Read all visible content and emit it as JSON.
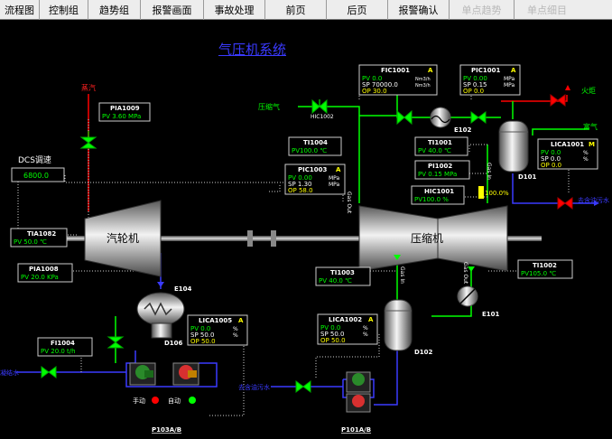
{
  "toolbar": {
    "items": [
      "流程图",
      "控制组",
      "趋势组",
      "报警画面",
      "事故处理",
      "前页",
      "后页",
      "报警确认",
      "单点趋势",
      "单点细目"
    ]
  },
  "title": "气压机系统",
  "equipment": {
    "turbine": "汽轮机",
    "compressor": "压缩机",
    "e104": "E104",
    "d106": "D106",
    "e102": "E102",
    "e101": "E101",
    "d101": "D101",
    "d102": "D102",
    "p103": "P103A/B",
    "p101": "P101A/B",
    "hic1002_tag": "HIC1002",
    "gas_out": "Gas Out",
    "gas_in": "Gas In",
    "gas_out2": "Gas Out",
    "gas_in2": "Gas In",
    "gas_out3": "Gas Out"
  },
  "streams": {
    "steam": "蒸汽",
    "comp_gas": "压缩气",
    "flare": "火炬",
    "rich_gas": "富气",
    "to_water": "去含油污水",
    "to_water2": "去含油污水",
    "aftercooler_water": "凝结水",
    "dcs": "DCS调速"
  },
  "dcs": {
    "value": "6800.0"
  },
  "pia1009": {
    "tag": "PIA1009",
    "pv": "PV  3.60 MPa"
  },
  "tia1082": {
    "tag": "TIA1082",
    "pv": "PV 50.0 ℃"
  },
  "pia1008": {
    "tag": "PIA1008",
    "pv": "PV  20.0 KPa"
  },
  "fic1001": {
    "tag": "FIC1001",
    "mode": "A",
    "pv": "PV  0.0",
    "pv_u": "Nm3/h",
    "sp": "SP  70000.0",
    "sp_u": "Nm3/h",
    "op": "OP  30.0"
  },
  "pic1001": {
    "tag": "PIC1001",
    "mode": "A",
    "pv": "PV  0.00",
    "pv_u": "MPa",
    "sp": "SP  0.15",
    "sp_u": "MPa",
    "op": "OP  0.0"
  },
  "ti1004": {
    "tag": "TI1004",
    "pv": "PV100.0 ℃"
  },
  "pic1003": {
    "tag": "PIC1003",
    "mode": "A",
    "pv": "PV  0.00",
    "pv_u": "MPa",
    "sp": "SP  1.30",
    "sp_u": "MPa",
    "op": "OP  58.0"
  },
  "ti1001": {
    "tag": "TI1001",
    "pv": "PV  40.0 ℃"
  },
  "pi1002": {
    "tag": "PI1002",
    "pv": "PV  0.15 MPa"
  },
  "hic1001": {
    "tag": "HIC1001",
    "pv": "PV100.0 %",
    "bar": "100.0%"
  },
  "lica1001": {
    "tag": "LICA1001",
    "mode": "M",
    "pv": "PV  0.0",
    "pv_u": "%",
    "sp": "SP  0.0",
    "sp_u": "%",
    "op": "OP  0.0"
  },
  "ti1003": {
    "tag": "TI1003",
    "pv": "PV  40.0 ℃"
  },
  "ti1002": {
    "tag": "TI1002",
    "pv": "PV105.0 ℃"
  },
  "lica1005": {
    "tag": "LICA1005",
    "mode": "A",
    "pv": "PV  0.0",
    "pv_u": "%",
    "sp": "SP  50.0",
    "sp_u": "%",
    "op": "OP  50.0"
  },
  "lica1002": {
    "tag": "LICA1002",
    "mode": "A",
    "pv": "PV  0.0",
    "pv_u": "%",
    "sp": "SP  50.0",
    "sp_u": "%",
    "op": "OP  50.0"
  },
  "fi1004": {
    "tag": "FI1004",
    "pv": "PV  20.0 t/h"
  },
  "pump_mode": {
    "manual": "手动",
    "auto": "自动"
  },
  "colors": {
    "pv": "#00ff00",
    "sp": "#ffffff",
    "op": "#ffff00",
    "tag": "#ffffff",
    "line_green": "#00ff00",
    "line_blue": "#3a3aff",
    "line_red": "#ff0000",
    "title_blue": "#3a3aff"
  }
}
